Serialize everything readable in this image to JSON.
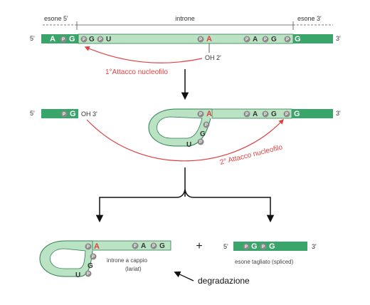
{
  "colors": {
    "exon": "#3aa56a",
    "intron": "#b9e3c3",
    "outline": "#2e7d4f",
    "phosphate": "#8a8a8a",
    "attack": "#e04040",
    "arrow": "#111111"
  },
  "step1": {
    "label_exon5": "esone 5'",
    "label_intron": "introne",
    "label_exon3": "esone 3'",
    "end5": "5'",
    "end3": "3'",
    "n1": "A",
    "n2": "G",
    "n3": "G",
    "n4": "U",
    "branch": "A",
    "oh": "OH 2'",
    "n5": "A",
    "n6": "G",
    "n7": "G",
    "p": "P",
    "attack": "1°Attacco nucleofilo"
  },
  "step2": {
    "end5": "5'",
    "n1": "G",
    "oh": "OH 3'",
    "branch": "A",
    "g1": "G",
    "u1": "U",
    "n2": "A",
    "n3": "G",
    "n4": "G",
    "end3": "3'",
    "attack": "2° Attacco nucleofilo"
  },
  "step3": {
    "branch": "A",
    "g1": "G",
    "u1": "U",
    "n1": "A",
    "n2": "G",
    "lariat_label1": "introne a cappio",
    "lariat_label2": "(lariat)",
    "plus": "+",
    "end5": "5'",
    "s1": "G",
    "s2": "G",
    "end3": "3'",
    "spliced_label": "esone tagliato (spliced)",
    "degradation": "degradazione"
  }
}
